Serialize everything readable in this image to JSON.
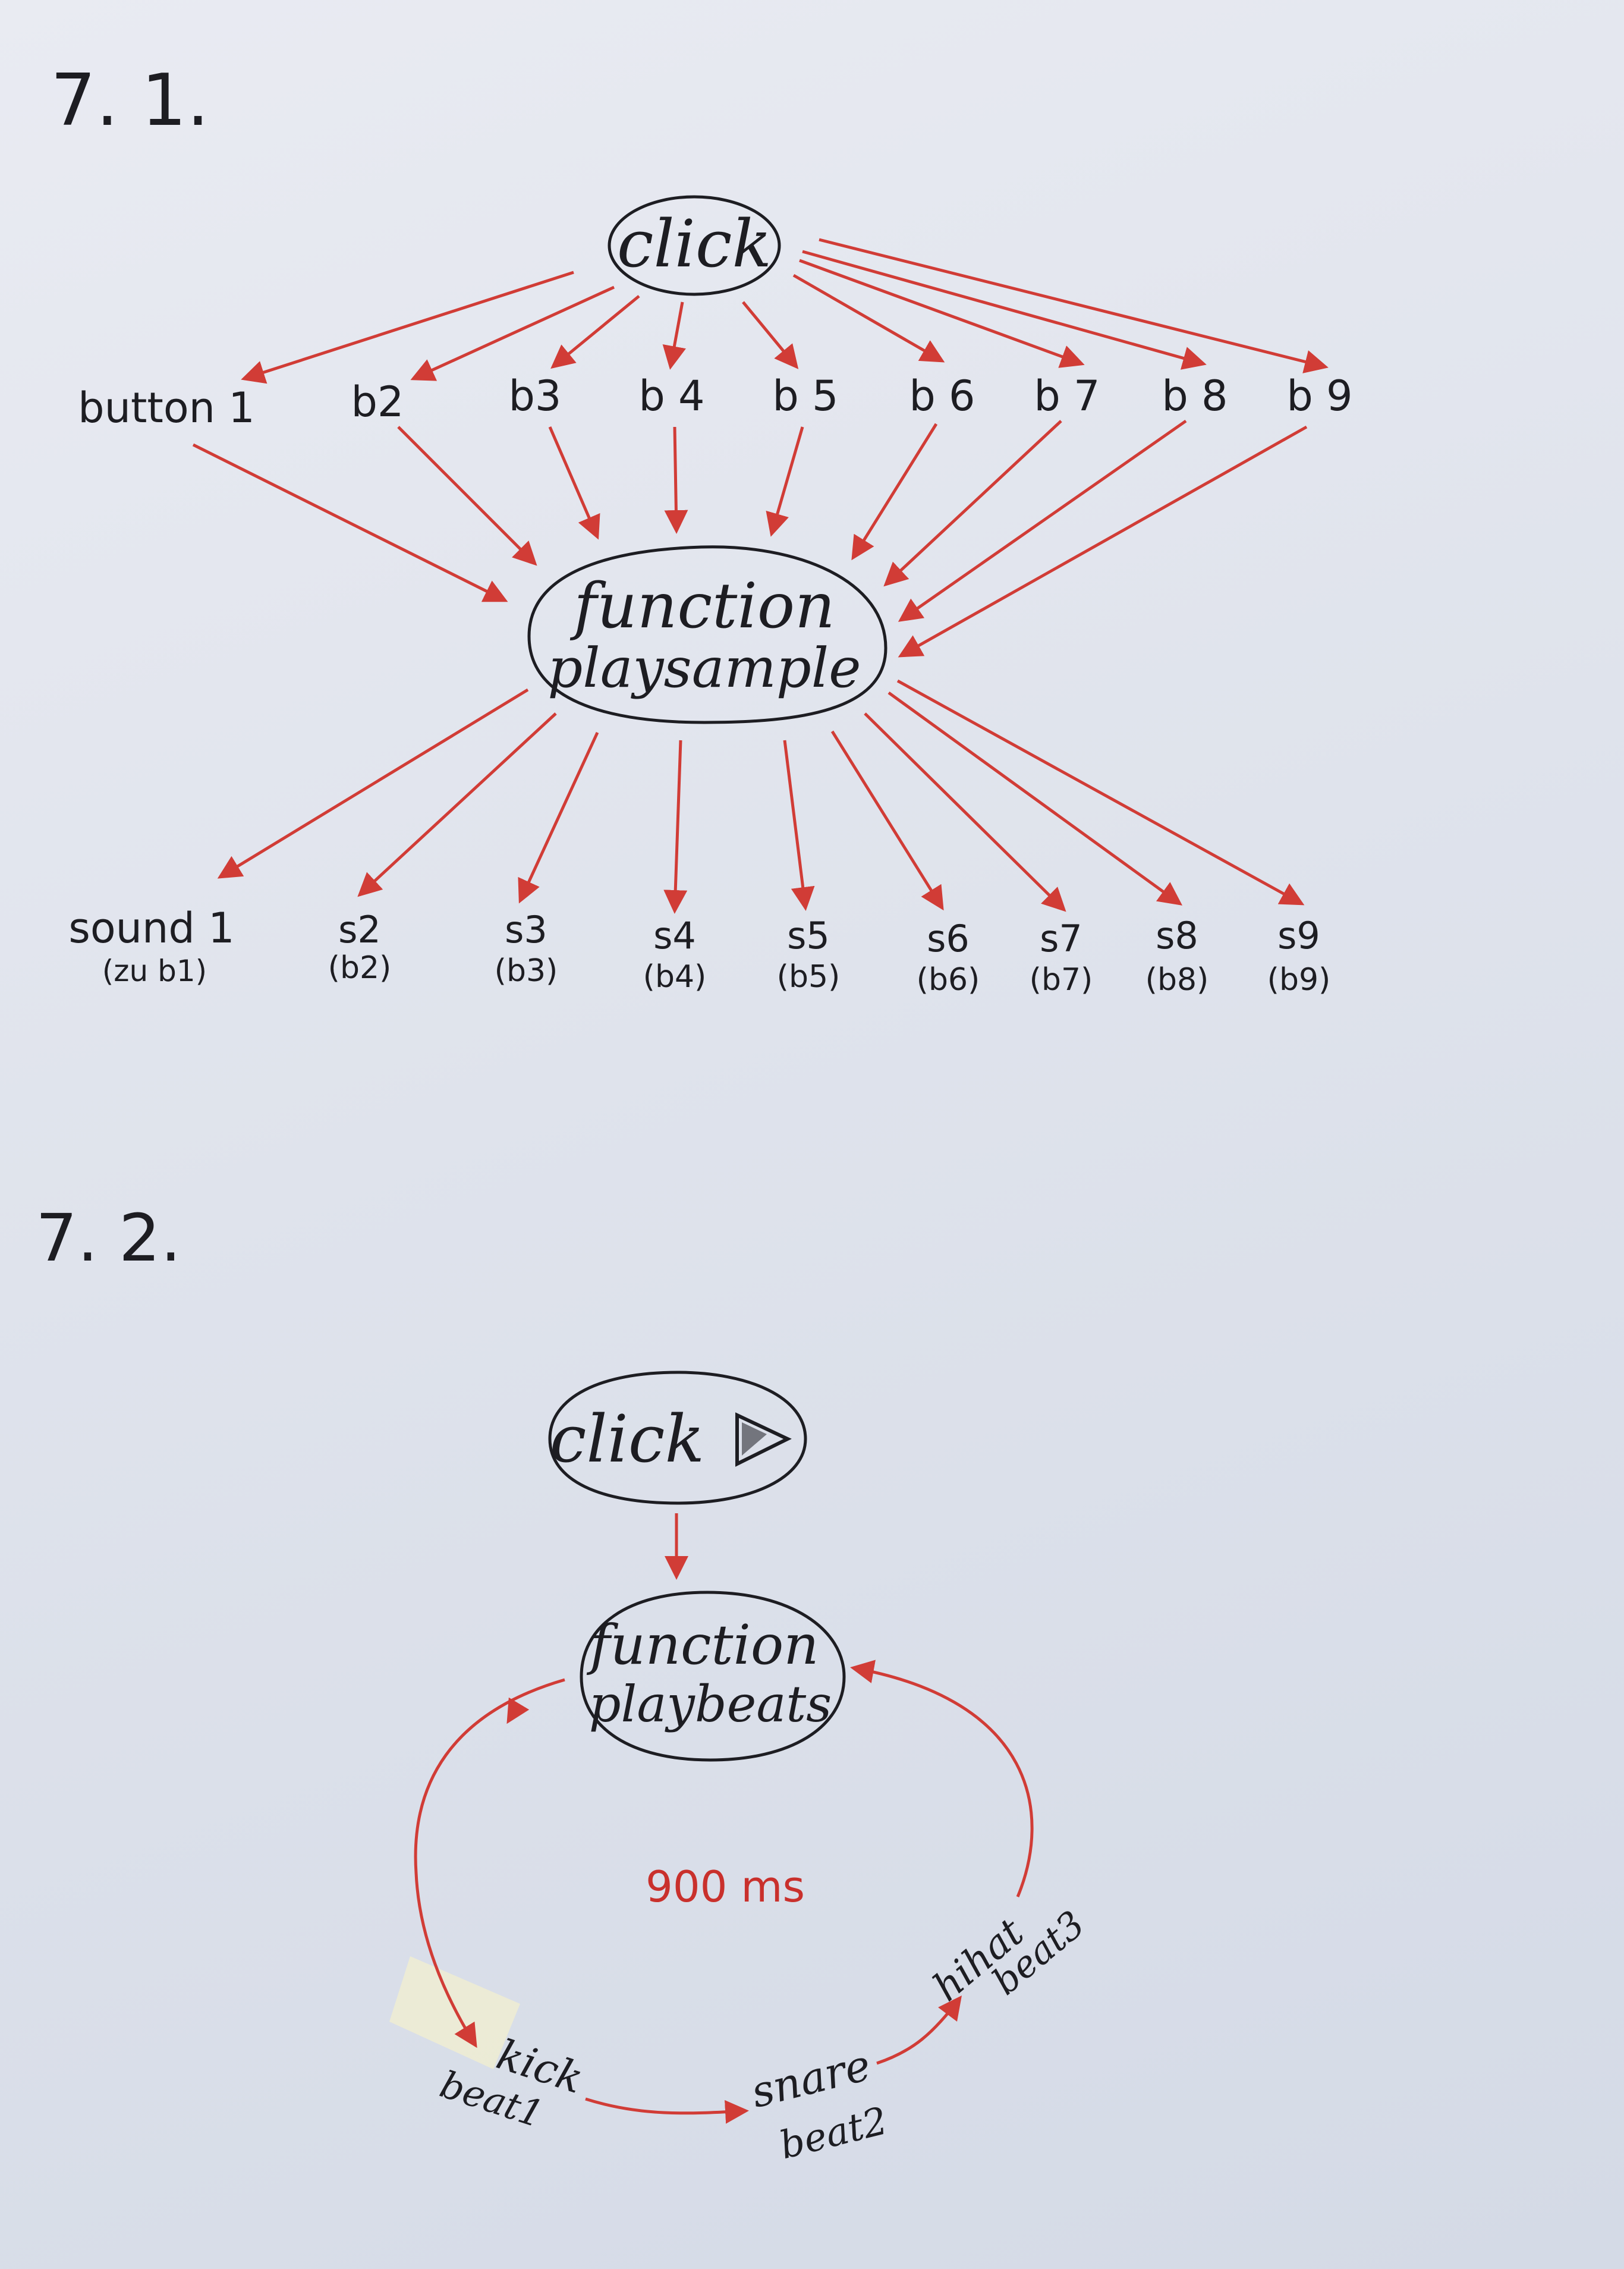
{
  "section1": {
    "heading": "7. 1.",
    "click_label": "click",
    "function_label": [
      "function",
      "playsample"
    ],
    "buttons": [
      "button 1",
      "b2",
      "b3",
      "b 4",
      "b 5",
      "b 6",
      "b 7",
      "b 8",
      "b 9"
    ],
    "sounds": [
      {
        "name": "sound 1",
        "ref": "(zu b1)"
      },
      {
        "name": "s2",
        "ref": "(b2)"
      },
      {
        "name": "s3",
        "ref": "(b3)"
      },
      {
        "name": "s4",
        "ref": "(b4)"
      },
      {
        "name": "s5",
        "ref": "(b5)"
      },
      {
        "name": "s6",
        "ref": "(b6)"
      },
      {
        "name": "s7",
        "ref": "(b7)"
      },
      {
        "name": "s8",
        "ref": "(b8)"
      },
      {
        "name": "s9",
        "ref": "(b9)"
      }
    ]
  },
  "section2": {
    "heading": "7. 2.",
    "click_label": "click",
    "play_icon": "play-icon",
    "function_label": [
      "function",
      "playbeats"
    ],
    "interval": "900 ms",
    "beats": [
      {
        "name": "kick",
        "sub": "beat1"
      },
      {
        "name": "snare",
        "sub": "beat2"
      },
      {
        "name": "hihat",
        "sub": "beat3"
      }
    ]
  },
  "colors": {
    "ink": "#1d1d22",
    "arrow": "#d13c36",
    "paper": "#e3e6ee"
  }
}
